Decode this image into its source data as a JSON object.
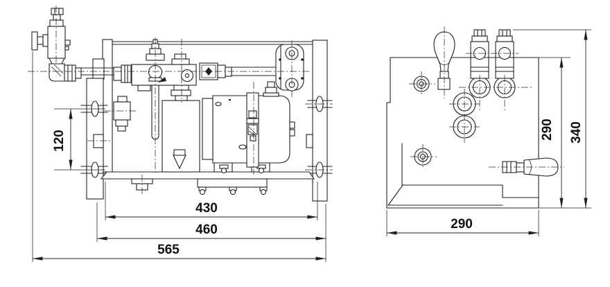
{
  "drawing": {
    "background": "#ffffff",
    "line_color": "#1f1f1f",
    "views": {
      "side": {
        "dims": {
          "slot_spacing": "120",
          "base_length": "430",
          "frame_length": "460",
          "overall_length": "565"
        }
      },
      "top": {
        "dims": {
          "panel_height": "290",
          "overall_height": "340",
          "base_depth": "290"
        }
      }
    }
  }
}
